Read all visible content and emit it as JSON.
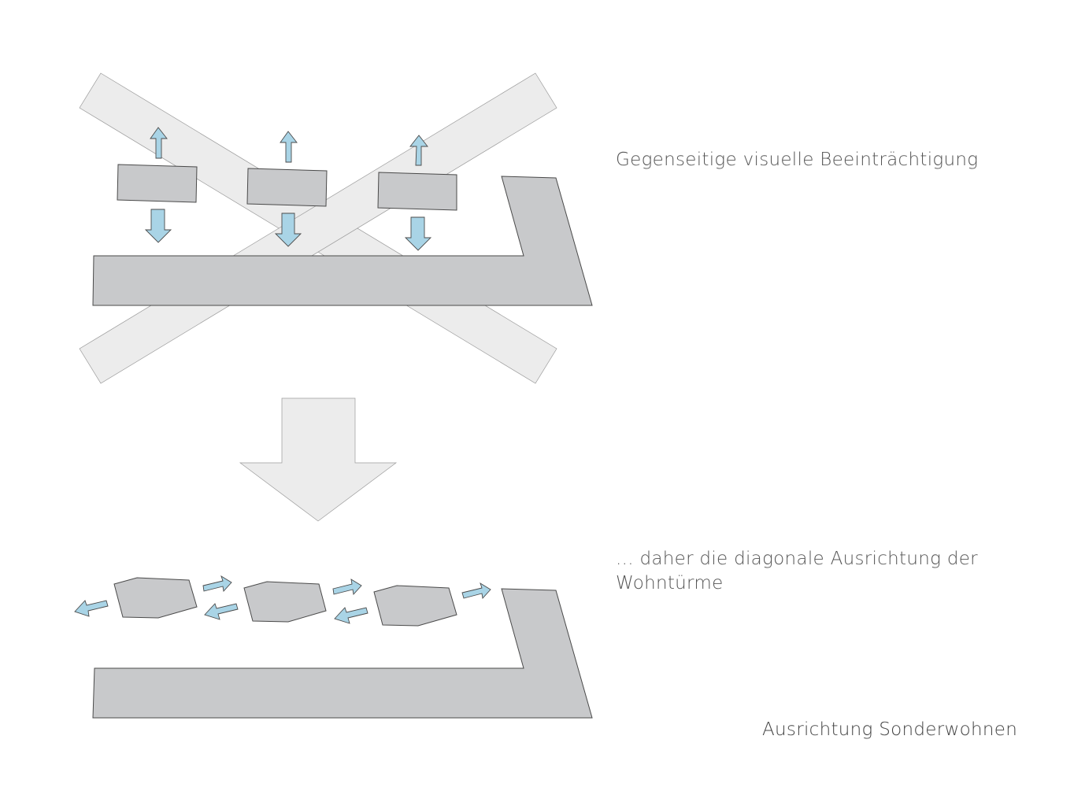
{
  "captions": {
    "top": "Gegenseitige visuelle Beeinträchtigung",
    "bottom_line1": "... daher die diagonale Ausrichtung der",
    "bottom_line2": "Wohntürme"
  },
  "title": "Ausrichtung Sonderwohnen",
  "colors": {
    "background": "#ffffff",
    "building": "#c8c9cb",
    "building_stroke": "#4a4a4a",
    "axis": "#ececec",
    "axis_stroke": "#9a9a9a",
    "arrow": "#a9d4e6",
    "arrow_stroke": "#4a4a4a",
    "text": "#555555"
  }
}
